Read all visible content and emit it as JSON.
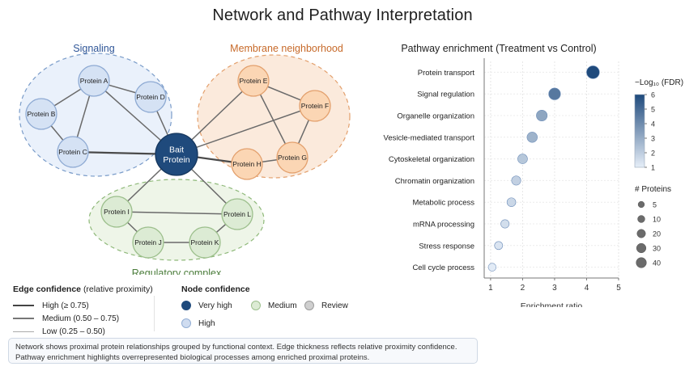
{
  "title": "Network and Pathway Interpretation",
  "network": {
    "groups": [
      {
        "id": "signaling",
        "label": "Signaling",
        "color": "#2e5597"
      },
      {
        "id": "membrane",
        "label": "Membrane neighborhood",
        "color": "#c76a2a"
      },
      {
        "id": "regulatory",
        "label": "Regulatory complex",
        "color": "#4a7c3a"
      }
    ],
    "nodes": [
      {
        "id": "bait",
        "label": [
          "Bait",
          "Protein"
        ],
        "confidence": "very_high",
        "group": "center"
      },
      {
        "id": "A",
        "label": [
          "Protein A"
        ],
        "confidence": "high",
        "group": "signaling"
      },
      {
        "id": "B",
        "label": [
          "Protein B"
        ],
        "confidence": "high",
        "group": "signaling"
      },
      {
        "id": "C",
        "label": [
          "Protein C"
        ],
        "confidence": "high",
        "group": "signaling"
      },
      {
        "id": "D",
        "label": [
          "Protein D"
        ],
        "confidence": "high",
        "group": "signaling"
      },
      {
        "id": "E",
        "label": [
          "Protein E"
        ],
        "confidence": "membrane",
        "group": "membrane"
      },
      {
        "id": "F",
        "label": [
          "Protein F"
        ],
        "confidence": "membrane",
        "group": "membrane"
      },
      {
        "id": "G",
        "label": [
          "Protein G"
        ],
        "confidence": "membrane",
        "group": "membrane"
      },
      {
        "id": "H",
        "label": [
          "Protein H"
        ],
        "confidence": "membrane",
        "group": "membrane"
      },
      {
        "id": "I",
        "label": [
          "Protein I"
        ],
        "confidence": "medium",
        "group": "regulatory"
      },
      {
        "id": "J",
        "label": [
          "Protein J"
        ],
        "confidence": "medium",
        "group": "regulatory"
      },
      {
        "id": "K",
        "label": [
          "Protein K"
        ],
        "confidence": "medium",
        "group": "regulatory"
      },
      {
        "id": "L",
        "label": [
          "Protein L"
        ],
        "confidence": "medium",
        "group": "regulatory"
      }
    ],
    "edges": [
      {
        "from": "bait",
        "to": "A",
        "level": "medium"
      },
      {
        "from": "bait",
        "to": "C",
        "level": "high"
      },
      {
        "from": "bait",
        "to": "D",
        "level": "medium"
      },
      {
        "from": "bait",
        "to": "E",
        "level": "medium"
      },
      {
        "from": "bait",
        "to": "F",
        "level": "medium"
      },
      {
        "from": "bait",
        "to": "H",
        "level": "high"
      },
      {
        "from": "bait",
        "to": "L",
        "level": "medium"
      },
      {
        "from": "bait",
        "to": "I",
        "level": "medium"
      },
      {
        "from": "A",
        "to": "B",
        "level": "medium"
      },
      {
        "from": "A",
        "to": "C",
        "level": "medium"
      },
      {
        "from": "A",
        "to": "D",
        "level": "medium"
      },
      {
        "from": "B",
        "to": "C",
        "level": "medium"
      },
      {
        "from": "E",
        "to": "F",
        "level": "medium"
      },
      {
        "from": "E",
        "to": "G",
        "level": "medium"
      },
      {
        "from": "F",
        "to": "G",
        "level": "medium"
      },
      {
        "from": "G",
        "to": "H",
        "level": "medium"
      },
      {
        "from": "I",
        "to": "J",
        "level": "medium"
      },
      {
        "from": "I",
        "to": "L",
        "level": "medium"
      },
      {
        "from": "J",
        "to": "K",
        "level": "medium"
      },
      {
        "from": "K",
        "to": "L",
        "level": "medium"
      }
    ]
  },
  "edge_legend": {
    "title": "Edge confidence",
    "subtitle": "(relative proximity)",
    "items": [
      {
        "level": "high",
        "label": "High (≥ 0.75)"
      },
      {
        "level": "medium",
        "label": "Medium (0.50 – 0.75)"
      },
      {
        "level": "low",
        "label": "Low (0.25 – 0.50)"
      }
    ]
  },
  "node_legend": {
    "title": "Node confidence",
    "items": [
      {
        "key": "very_high",
        "label": "Very high",
        "fill": "#1f4a7c",
        "stroke": "#1f4a7c"
      },
      {
        "key": "medium",
        "label": "Medium",
        "fill": "#dcebd4",
        "stroke": "#9cbf8c"
      },
      {
        "key": "review",
        "label": "Review",
        "fill": "#cfcfcf",
        "stroke": "#9a9a9a"
      },
      {
        "key": "high",
        "label": "High",
        "fill": "#cfdcf0",
        "stroke": "#93aed4"
      }
    ]
  },
  "caption": {
    "line1": "Network shows proximal protein relationships grouped by functional context. Edge thickness reflects relative proximity confidence.",
    "line2": "Pathway enrichment highlights overrepresented biological processes among enriched proximal proteins."
  },
  "chart_data": {
    "type": "scatter",
    "title": "Pathway enrichment (Treatment vs Control)",
    "xlabel": "Enrichment ratio",
    "xlim": [
      0.8,
      5
    ],
    "xticks": [
      1,
      2,
      3,
      4,
      5
    ],
    "grid": true,
    "categories": [
      "Protein transport",
      "Signal regulation",
      "Organelle organization",
      "Vesicle-mediated transport",
      "Cytoskeletal organization",
      "Chromatin organization",
      "Metabolic process",
      "mRNA processing",
      "Stress response",
      "Cell cycle process"
    ],
    "x": [
      4.2,
      3.0,
      2.6,
      2.3,
      2.0,
      1.8,
      1.65,
      1.45,
      1.25,
      1.05
    ],
    "neg_log10_fdr": [
      6.0,
      4.6,
      3.2,
      2.8,
      2.2,
      1.9,
      1.7,
      1.5,
      1.3,
      1.1
    ],
    "proteins": [
      40,
      30,
      22,
      18,
      14,
      11,
      9,
      7,
      6,
      5
    ],
    "color_legend": {
      "title": "−Log₁₀ (FDR)",
      "ticks": [
        1,
        2,
        3,
        4,
        5,
        6
      ],
      "range": [
        1,
        6
      ],
      "low_color": "#e6eef8",
      "high_color": "#1f4a7c"
    },
    "size_legend": {
      "title": "# Proteins",
      "values": [
        5,
        10,
        20,
        30,
        40
      ]
    }
  }
}
